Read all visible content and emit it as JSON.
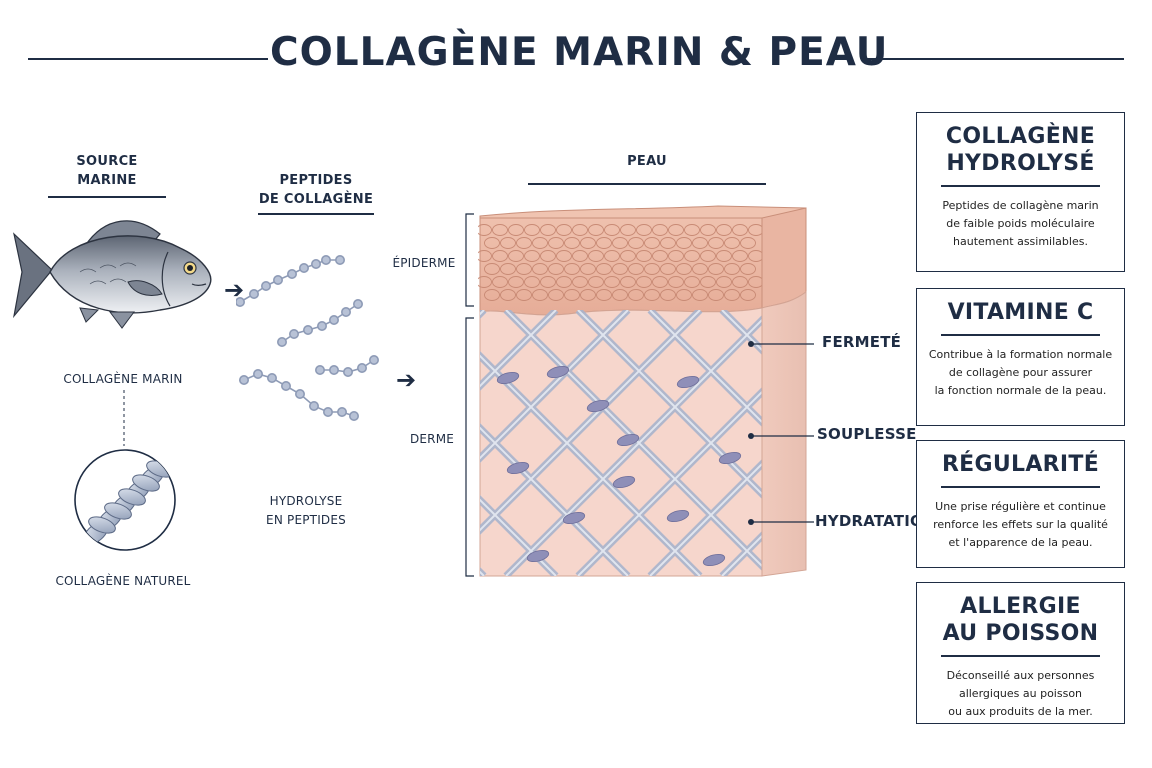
{
  "title": "COLLAGÈNE MARIN & PEAU",
  "columns": {
    "source": "SOURCE MARINE",
    "peptides": "PEPTIDES\nDE COLLAGÈNE",
    "skin": "PEAU"
  },
  "labels": {
    "marine_collagen": "COLLAGÈNE MARIN",
    "natural_collagen": "COLLAGÈNE NATUREL",
    "hydrolysis": "HYDROLYSE\nEN PEPTIDES",
    "epidermis": "ÉPIDERME",
    "dermis": "DERME",
    "firmness": "FERMETÉ",
    "suppleness": "SOUPLESSE",
    "hydration": "HYDRATATION"
  },
  "cards": [
    {
      "title": "COLLAGÈNE\nHYDROLYSÉ",
      "body": "Peptides de collagène marin\nde faible poids moléculaire\nhautement assimilables."
    },
    {
      "title": "VITAMINE C",
      "body": "Contribue à la formation normale\nde collagène pour assurer\nla fonction normale de la peau."
    },
    {
      "title": "RÉGULARITÉ",
      "body": "Une prise régulière et continue\nrenforce les effets sur la qualité\net l'apparence de la peau."
    },
    {
      "title": "ALLERGIE\nAU POISSON",
      "body": "Déconseillé aux personnes\nallergiques au poisson\nou aux produits de la mer."
    }
  ],
  "colors": {
    "navy": "#1f2d44",
    "skin": "#f3cdbf",
    "dermis": "#f6d6cc",
    "fiber": "#a9b4cc",
    "bead": "#8e9bb6"
  }
}
